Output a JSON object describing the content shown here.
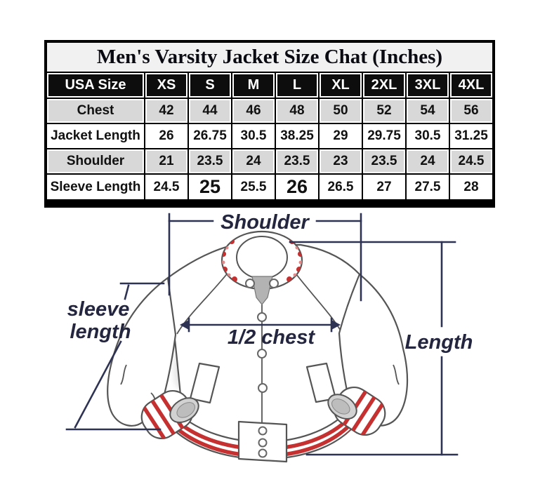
{
  "table": {
    "title": "Men's Varsity Jacket Size Chat (Inches)",
    "columns": [
      "USA Size",
      "XS",
      "S",
      "M",
      "L",
      "XL",
      "2XL",
      "3XL",
      "4XL"
    ],
    "rows": [
      {
        "label": "Chest",
        "shaded": true,
        "values": [
          "42",
          "44",
          "46",
          "48",
          "50",
          "52",
          "54",
          "56"
        ]
      },
      {
        "label": "Jacket Length",
        "shaded": false,
        "values": [
          "26",
          "26.75",
          "30.5",
          "38.25",
          "29",
          "29.75",
          "30.5",
          "31.25"
        ]
      },
      {
        "label": "Shoulder",
        "shaded": true,
        "values": [
          "21",
          "23.5",
          "24",
          "23.5",
          "23",
          "23.5",
          "24",
          "24.5"
        ]
      },
      {
        "label": "Sleeve Length",
        "shaded": false,
        "values": [
          "24.5",
          "25",
          "25.5",
          "26",
          "26.5",
          "27",
          "27.5",
          "28"
        ],
        "large_value_indices": [
          1,
          3
        ]
      }
    ]
  },
  "diagram": {
    "labels": {
      "shoulder": "Shoulder",
      "sleeve_length_line1": "sleeve",
      "sleeve_length_line2": "length",
      "half_chest": "1/2 chest",
      "length": "Length"
    }
  },
  "colors": {
    "table_grid": "#000000",
    "title_bg": "#f2f1f1",
    "header_bg": "#0d0d0d",
    "header_text": "#ffffff",
    "shaded_cell_bg": "#d8d8d8",
    "cell_text": "#111111",
    "annotation": "#2e3353",
    "jacket_outline": "#555555",
    "stripe_red": "#c53030",
    "stripe_pink": "#e08a8a",
    "shading_gray": "#c9c9c9"
  }
}
